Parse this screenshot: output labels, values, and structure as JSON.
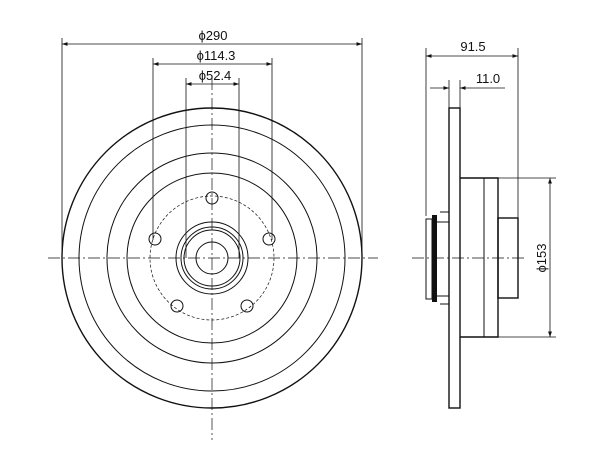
{
  "front_view": {
    "outer_diameter_label": "ϕ290",
    "bolt_circle_label": "ϕ114.3",
    "center_bore_label": "ϕ52.4"
  },
  "side_view": {
    "overall_width_label": "91.5",
    "disc_thickness_label": "11.0",
    "hub_diameter_label": "ϕ153"
  },
  "colors": {
    "line": "#111111",
    "background": "#ffffff"
  }
}
